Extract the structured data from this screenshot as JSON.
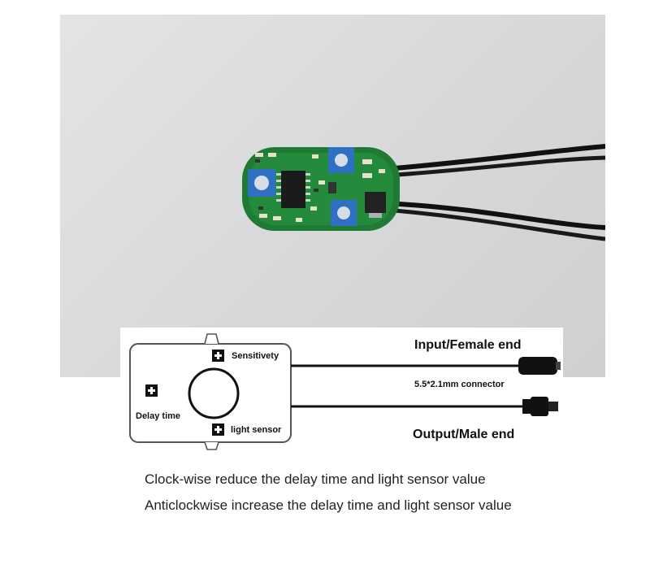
{
  "diagram": {
    "labels": {
      "sensitivity": "Sensitivety",
      "delay_time": "Delay time",
      "light_sensor": "light sensor",
      "input": "Input/Female end",
      "output": "Output/Male end",
      "connector": "5.5*2.1mm connector"
    }
  },
  "instructions": [
    "Clock-wise reduce the delay time and light sensor value",
    "Anticlockwise increase the delay time and light sensor value"
  ],
  "colors": {
    "pcb_green": "#1f7a34",
    "potentiometer_blue": "#2f6fc4",
    "background_grey": "#d9dadc"
  }
}
